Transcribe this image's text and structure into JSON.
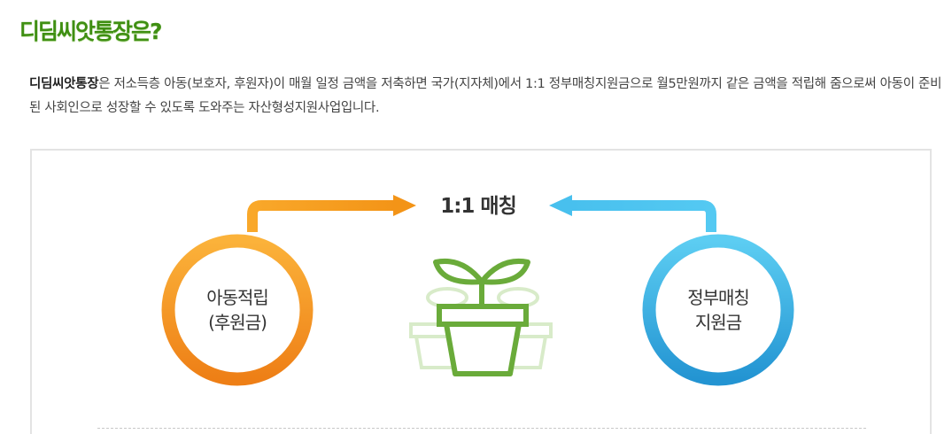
{
  "page": {
    "title": "디딤씨앗통장은?"
  },
  "intro": {
    "brand": "디딤씨앗통장",
    "text": "은 저소득층 아동(보호자, 후원자)이 매월 일정 금액을 저축하면 국가(지자체)에서 1:1 정부매칭지원금으로 월5만원까지 같은 금액을 적립해 줌으로써 아동이 준비된 사회인으로 성장할 수 있도록 도와주는 자산형성지원사업입니다."
  },
  "diagram": {
    "matching_label": "1:1 매칭",
    "child_circle": {
      "line1": "아동적립",
      "line2": "(후원금)",
      "color": "#f39a1e"
    },
    "gov_circle": {
      "line1": "정부매칭",
      "line2": "지원금",
      "color": "#3aaee0"
    },
    "plant_icon": "sprout-pot-icon",
    "accent_green": "#6aab3a"
  }
}
